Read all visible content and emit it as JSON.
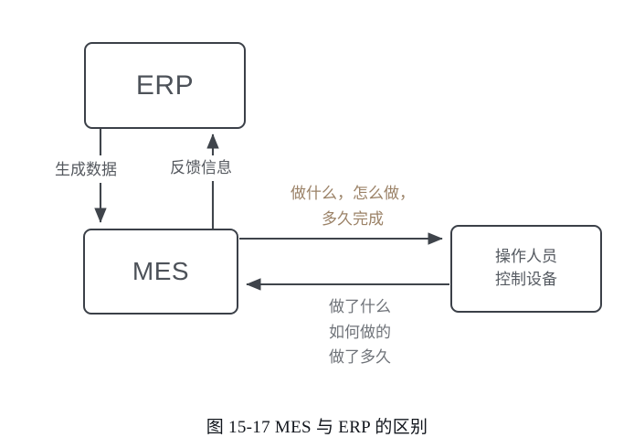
{
  "figure": {
    "caption": "图 15-17 MES 与 ERP 的区别",
    "background_color": "#ffffff",
    "box_border_color": "#3b4048",
    "connector_color": "#3f444b",
    "instruction_label_color": "#9b8267",
    "report_label_color": "#6f7379"
  },
  "nodes": {
    "erp": {
      "label": "ERP"
    },
    "mes": {
      "label": "MES"
    },
    "operator": {
      "line1": "操作人员",
      "line2": "控制设备"
    }
  },
  "edges": {
    "erp_to_mes": {
      "label": "生成数据"
    },
    "mes_to_erp": {
      "label": "反馈信息"
    },
    "mes_to_operator": {
      "line1": "做什么，怎么做，",
      "line2": "多久完成"
    },
    "operator_to_mes": {
      "line1": "做了什么",
      "line2": "如何做的",
      "line3": "做了多久"
    }
  }
}
